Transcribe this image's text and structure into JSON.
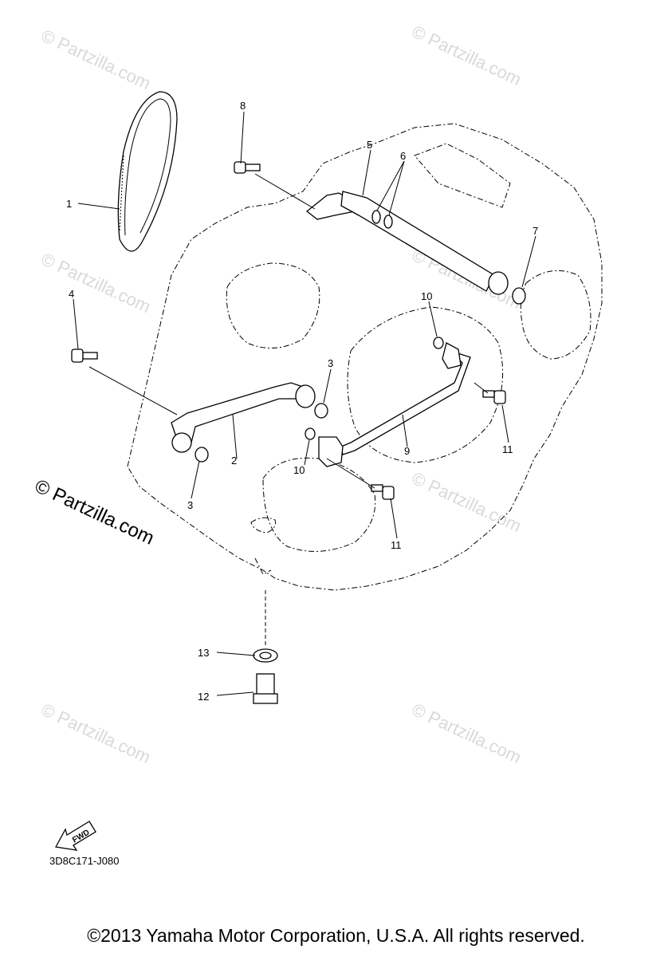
{
  "diagram": {
    "callouts": [
      "1",
      "2",
      "3",
      "3",
      "4",
      "5",
      "6",
      "7",
      "8",
      "9",
      "10",
      "10",
      "11",
      "11",
      "12",
      "13"
    ],
    "watermark_small": "© Partzilla.com",
    "watermark_big": "© Partzilla.com",
    "fwd_label": "FWD",
    "diagram_code": "3D8C171-J080",
    "copyright": "©2013 Yamaha Motor Corporation, U.S.A. All rights reserved."
  }
}
